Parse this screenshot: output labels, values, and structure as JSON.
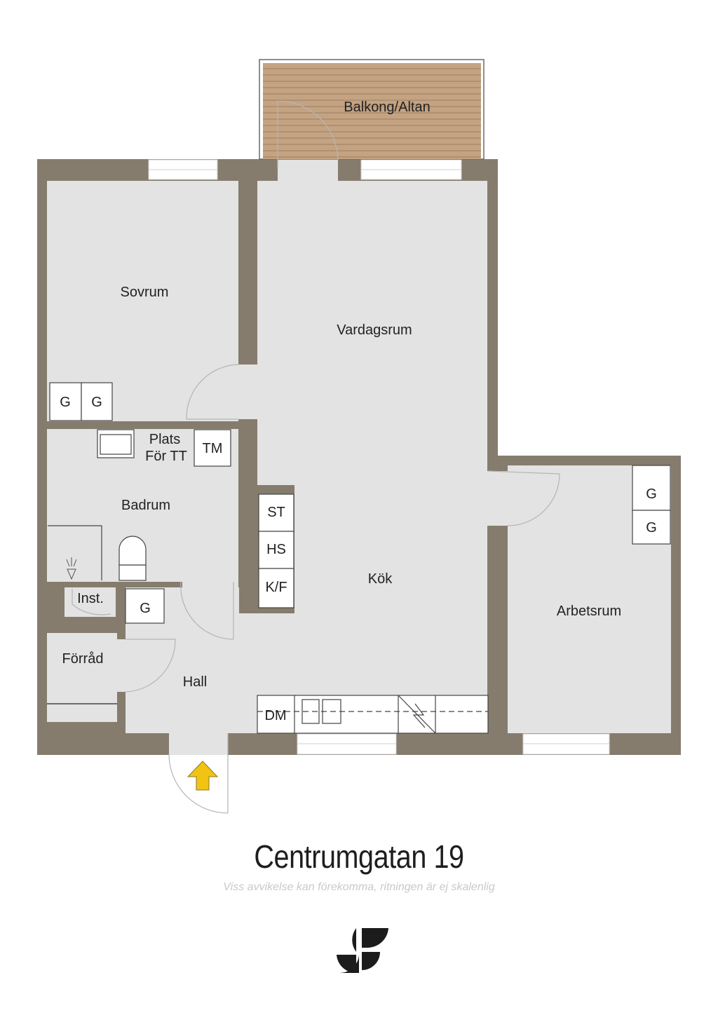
{
  "colors": {
    "wall": "#857c6d",
    "floor": "#e3e3e3",
    "deck": "#c4a383",
    "deck_line": "#9d7d5f",
    "door_arc": "#b9b9b9",
    "entry_arrow": "#f2c312",
    "logo": "#1c1c1c"
  },
  "rooms": {
    "balkong": "Balkong/Altan",
    "sovrum": "Sovrum",
    "vardagsrum": "Vardagsrum",
    "badrum": "Badrum",
    "kok": "Kök",
    "arbetsrum": "Arbetsrum",
    "forrad": "Förråd",
    "hall": "Hall",
    "inst": "Inst."
  },
  "fixtures": {
    "sovrum_wardrobe_1": "G",
    "sovrum_wardrobe_2": "G",
    "plats_line1": "Plats",
    "plats_line2": "För TT",
    "tm": "TM",
    "st": "ST",
    "hs": "HS",
    "kf": "K/F",
    "hall_wardrobe": "G",
    "arbetsrum_wardrobe_1": "G",
    "arbetsrum_wardrobe_2": "G",
    "dm": "DM"
  },
  "icons": {
    "entry": "entry-arrow-icon",
    "logo": "sf-logo-icon"
  },
  "footer": {
    "address": "Centrumgatan 19",
    "disclaimer": "Viss avvikelse kan förekomma, ritningen är ej skalenlig"
  }
}
